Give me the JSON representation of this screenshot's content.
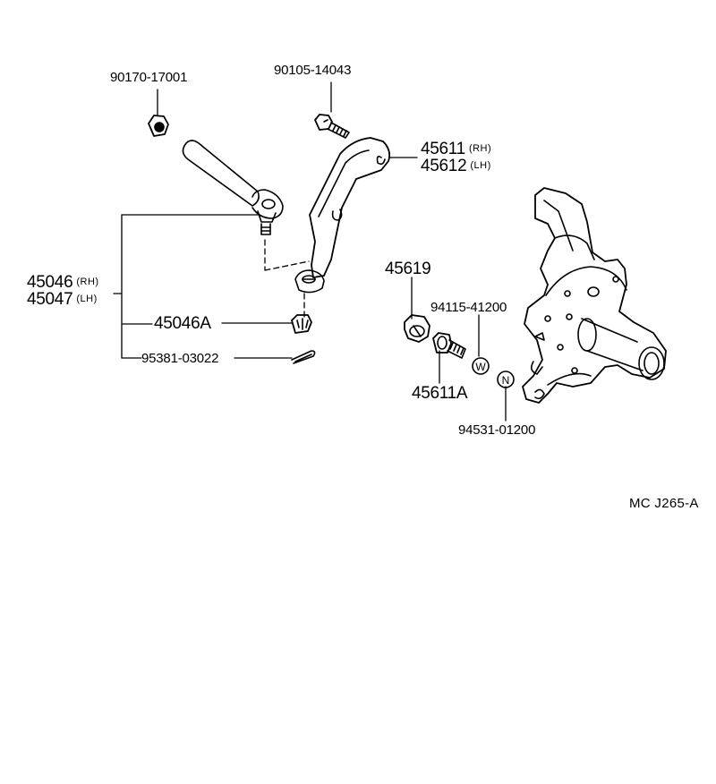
{
  "parts": {
    "nut_top": "90170-17001",
    "bolt_top": "90105-14043",
    "arm_rh": "45611",
    "arm_rh_side": "(RH)",
    "arm_lh": "45612",
    "arm_lh_side": "(LH)",
    "tie_rod_rh": "45046",
    "tie_rod_rh_side": "(RH)",
    "tie_rod_lh": "45047",
    "tie_rod_lh_side": "(LH)",
    "castle_nut": "45046A",
    "cotter_pin": "95381-03022",
    "nut_45619": "45619",
    "bolt_45611a": "45611A",
    "washer_w": "94115-41200",
    "washer_n": "94531-01200",
    "washer_w_mark": "W",
    "washer_n_mark": "N"
  },
  "ref_code": "MC  J265-A",
  "colors": {
    "ink": "#000000",
    "paper": "#ffffff"
  }
}
